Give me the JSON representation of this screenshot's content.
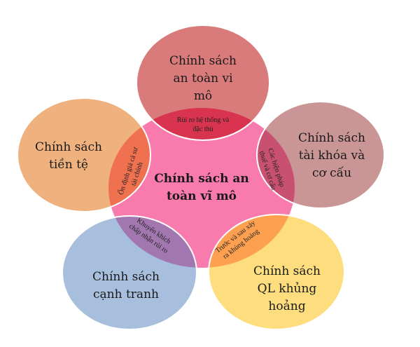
{
  "center": {
    "lines": [
      "Chính sách an",
      "toàn vĩ mô"
    ],
    "color": "#f97bae"
  },
  "circles": [
    {
      "id": "top",
      "lines": [
        "Chính sách",
        "an toàn vi",
        "mô"
      ],
      "color": "#d97a7b",
      "overlap_color": "#d9344f",
      "overlap_lines": [
        "Rủi ro hệ thống và",
        "đặc thù"
      ]
    },
    {
      "id": "left",
      "lines": [
        "Chính sách",
        "tiền tệ"
      ],
      "color": "#efb27f",
      "overlap_color": "#ef7150",
      "overlap_lines": [
        "Ổn định giá cả sư",
        "tài chính"
      ]
    },
    {
      "id": "right",
      "lines": [
        "Chính sách",
        "tài khóa và",
        "cơ cấu"
      ],
      "color": "#c99595",
      "overlap_color": "#c85070",
      "overlap_lines": [
        "Các biện pháp",
        "thuế và cơ cấu"
      ]
    },
    {
      "id": "bottom-left",
      "lines": [
        "Chính sách",
        "cạnh tranh"
      ],
      "color": "#a7bfdd",
      "overlap_color": "#a277b0",
      "overlap_lines": [
        "Khuyến khích",
        "chấp nhận rủi ro"
      ]
    },
    {
      "id": "bottom-right",
      "lines": [
        "Chính sách",
        "QL khủng",
        "hoảng"
      ],
      "color": "#fedd7e",
      "overlap_color": "#fda050",
      "overlap_lines": [
        "Trước và sau xảy",
        "ra khủng hoảng"
      ]
    }
  ]
}
